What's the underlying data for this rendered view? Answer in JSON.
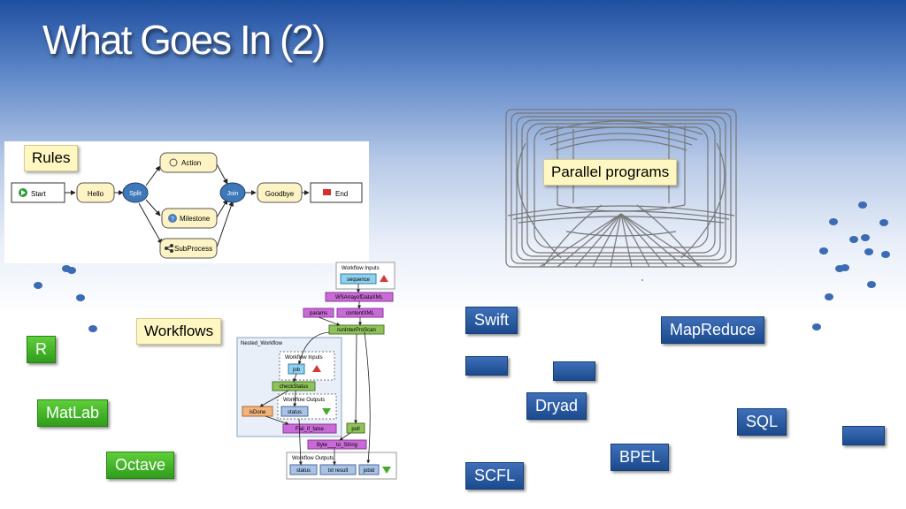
{
  "slide": {
    "title": "What Goes In (2)"
  },
  "rules_diagram": {
    "label": "Rules",
    "nodes": {
      "start": "Start",
      "hello": "Hello",
      "split": "Split",
      "action": "Action",
      "milestone": "Milestone",
      "subprocess": "SubProcess",
      "join": "Join",
      "goodbye": "Goodbye",
      "end": "End"
    }
  },
  "parallel_programs": {
    "label": "Parallel programs"
  },
  "workflow_diagram": {
    "label": "Workflows",
    "workflow_inputs": "Workflow Inputs",
    "sequence": "sequence",
    "ws_array": "WSArrayofDataXML",
    "params": "params",
    "content_xml": "contentXML",
    "run_interpro_scan": "runInterProScan",
    "nested_workflow": "Nested_Workflow",
    "nested_inputs": "Workflow Inputs",
    "job": "job",
    "check_status": "checkStatus",
    "nested_outputs": "Workflow Outputs",
    "is_done": "isDone",
    "status": "status",
    "fail_if_false": "Fail_if_false",
    "poll": "poll",
    "byte_to_string": "Byte___to_String",
    "workflow_outputs": "Workflow Outputs",
    "out_status": "status",
    "txt_result": "txt result",
    "jobid": "jobid"
  },
  "languages": {
    "r": "R",
    "matlab": "MatLab",
    "octave": "Octave",
    "swift": "Swift",
    "mapreduce": "MapReduce",
    "dryad": "Dryad",
    "sql": "SQL",
    "bpel": "BPEL",
    "scfl": "SCFL"
  },
  "colors": {
    "green_tag": "#3fae26",
    "blue_tag": "#1f4f96",
    "callout": "#fff7c2",
    "node_yellow": "#fdf3c4",
    "node_blue": "#3f78b8",
    "dots": "#3d6bb3"
  }
}
